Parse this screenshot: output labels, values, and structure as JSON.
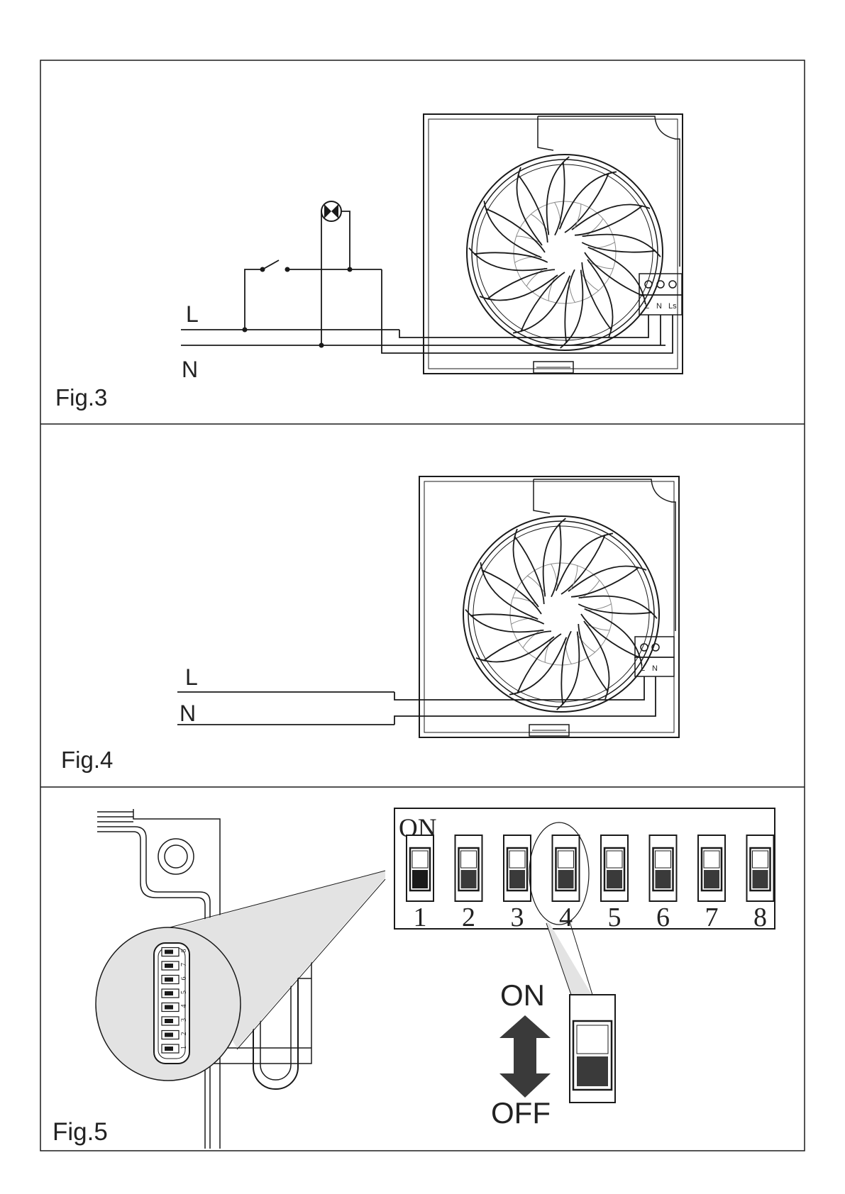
{
  "colors": {
    "line": "#1a1a1a",
    "fill_dark": "#3a3a3a",
    "shade": "#e3e3e3"
  },
  "fig3": {
    "caption": "Fig.3",
    "line_label_l": "L",
    "line_label_n": "N",
    "terminals": [
      "L",
      "N",
      "Ls"
    ]
  },
  "fig4": {
    "caption": "Fig.4",
    "line_label_l": "L",
    "line_label_n": "N",
    "terminals": [
      "L",
      "N"
    ]
  },
  "fig5": {
    "caption": "Fig.5",
    "dip_on_label": "ON",
    "dip_numbers": [
      "1",
      "2",
      "3",
      "4",
      "5",
      "6",
      "7",
      "8"
    ],
    "switch_states": [
      "on",
      "off",
      "off",
      "off",
      "off",
      "off",
      "off",
      "off"
    ],
    "detail_on": "ON",
    "detail_off": "OFF"
  },
  "icons": [
    "fan-icon",
    "lamp-icon",
    "switch-icon",
    "double-arrow-icon"
  ]
}
